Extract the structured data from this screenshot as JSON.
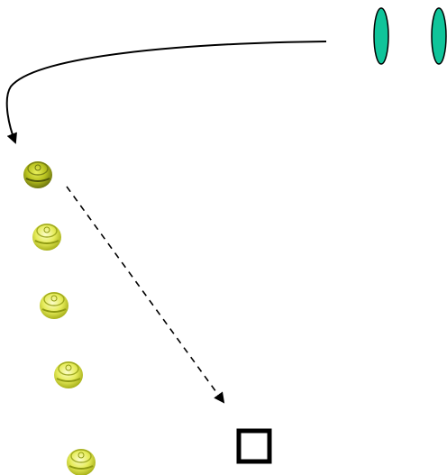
{
  "colors": {
    "background": "#ffffff",
    "stroke": "#000000",
    "ellipse_fill": "#10c49a",
    "token_light": "#f6f898",
    "token_mid": "#d9e23a",
    "token_dark": "#8f9a12",
    "token_shadow": "#6e7610",
    "box_stroke": "#000000"
  },
  "diagram": {
    "top_shapes": [
      {
        "name": "ellipse-left",
        "shape": "vertical-ellipse"
      },
      {
        "name": "ellipse-right",
        "shape": "vertical-ellipse"
      }
    ],
    "connectors": [
      {
        "name": "curved-arrow",
        "style": "solid",
        "from": "ellipse-left",
        "to": "token-1"
      },
      {
        "name": "dashed-arrow",
        "style": "dashed",
        "from": "token-1",
        "to": "target-square"
      }
    ],
    "tokens": [
      {
        "name": "token-1",
        "icon": "yellow-round-token-icon",
        "tone": "dark"
      },
      {
        "name": "token-2",
        "icon": "yellow-round-token-icon",
        "tone": "light"
      },
      {
        "name": "token-3",
        "icon": "yellow-round-token-icon",
        "tone": "light"
      },
      {
        "name": "token-4",
        "icon": "yellow-round-token-icon",
        "tone": "light"
      },
      {
        "name": "token-5",
        "icon": "yellow-round-token-icon",
        "tone": "light"
      }
    ],
    "target": {
      "name": "target-square",
      "shape": "hollow-square"
    }
  }
}
